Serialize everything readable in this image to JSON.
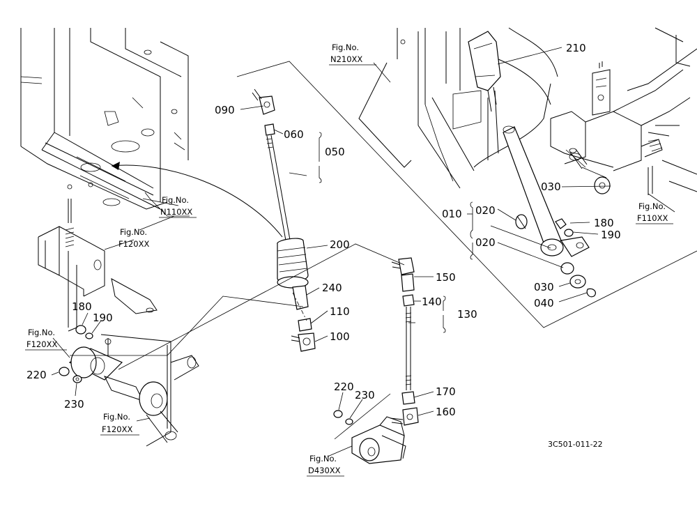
{
  "drawing_code": "3C501-011-22",
  "figure_refs": {
    "n210": [
      "Fig.No.",
      "N210XX"
    ],
    "n110": [
      "Fig.No.",
      "N110XX"
    ],
    "f120_a": [
      "Fig.No.",
      "F120XX"
    ],
    "f120_b": [
      "Fig.No.",
      "F120XX"
    ],
    "f120_c": [
      "Fig.No.",
      "F120XX"
    ],
    "f110": [
      "Fig.No.",
      "F110XX"
    ],
    "d430": [
      "Fig.No.",
      "D430XX"
    ]
  },
  "callouts": {
    "p090": "090",
    "p060": "060",
    "p050": "050",
    "p200": "200",
    "p240": "240",
    "p110": "110",
    "p100": "100",
    "p150": "150",
    "p140": "140",
    "p130": "130",
    "p170": "170",
    "p160": "160",
    "p220a": "220",
    "p230a": "230",
    "p220b": "220",
    "p230b": "230",
    "p180a": "180",
    "p190a": "190",
    "p210": "210",
    "p030a": "030",
    "p010": "010",
    "p020a": "020",
    "p020b": "020",
    "p180b": "180",
    "p190b": "190",
    "p030b": "030",
    "p040": "040"
  }
}
